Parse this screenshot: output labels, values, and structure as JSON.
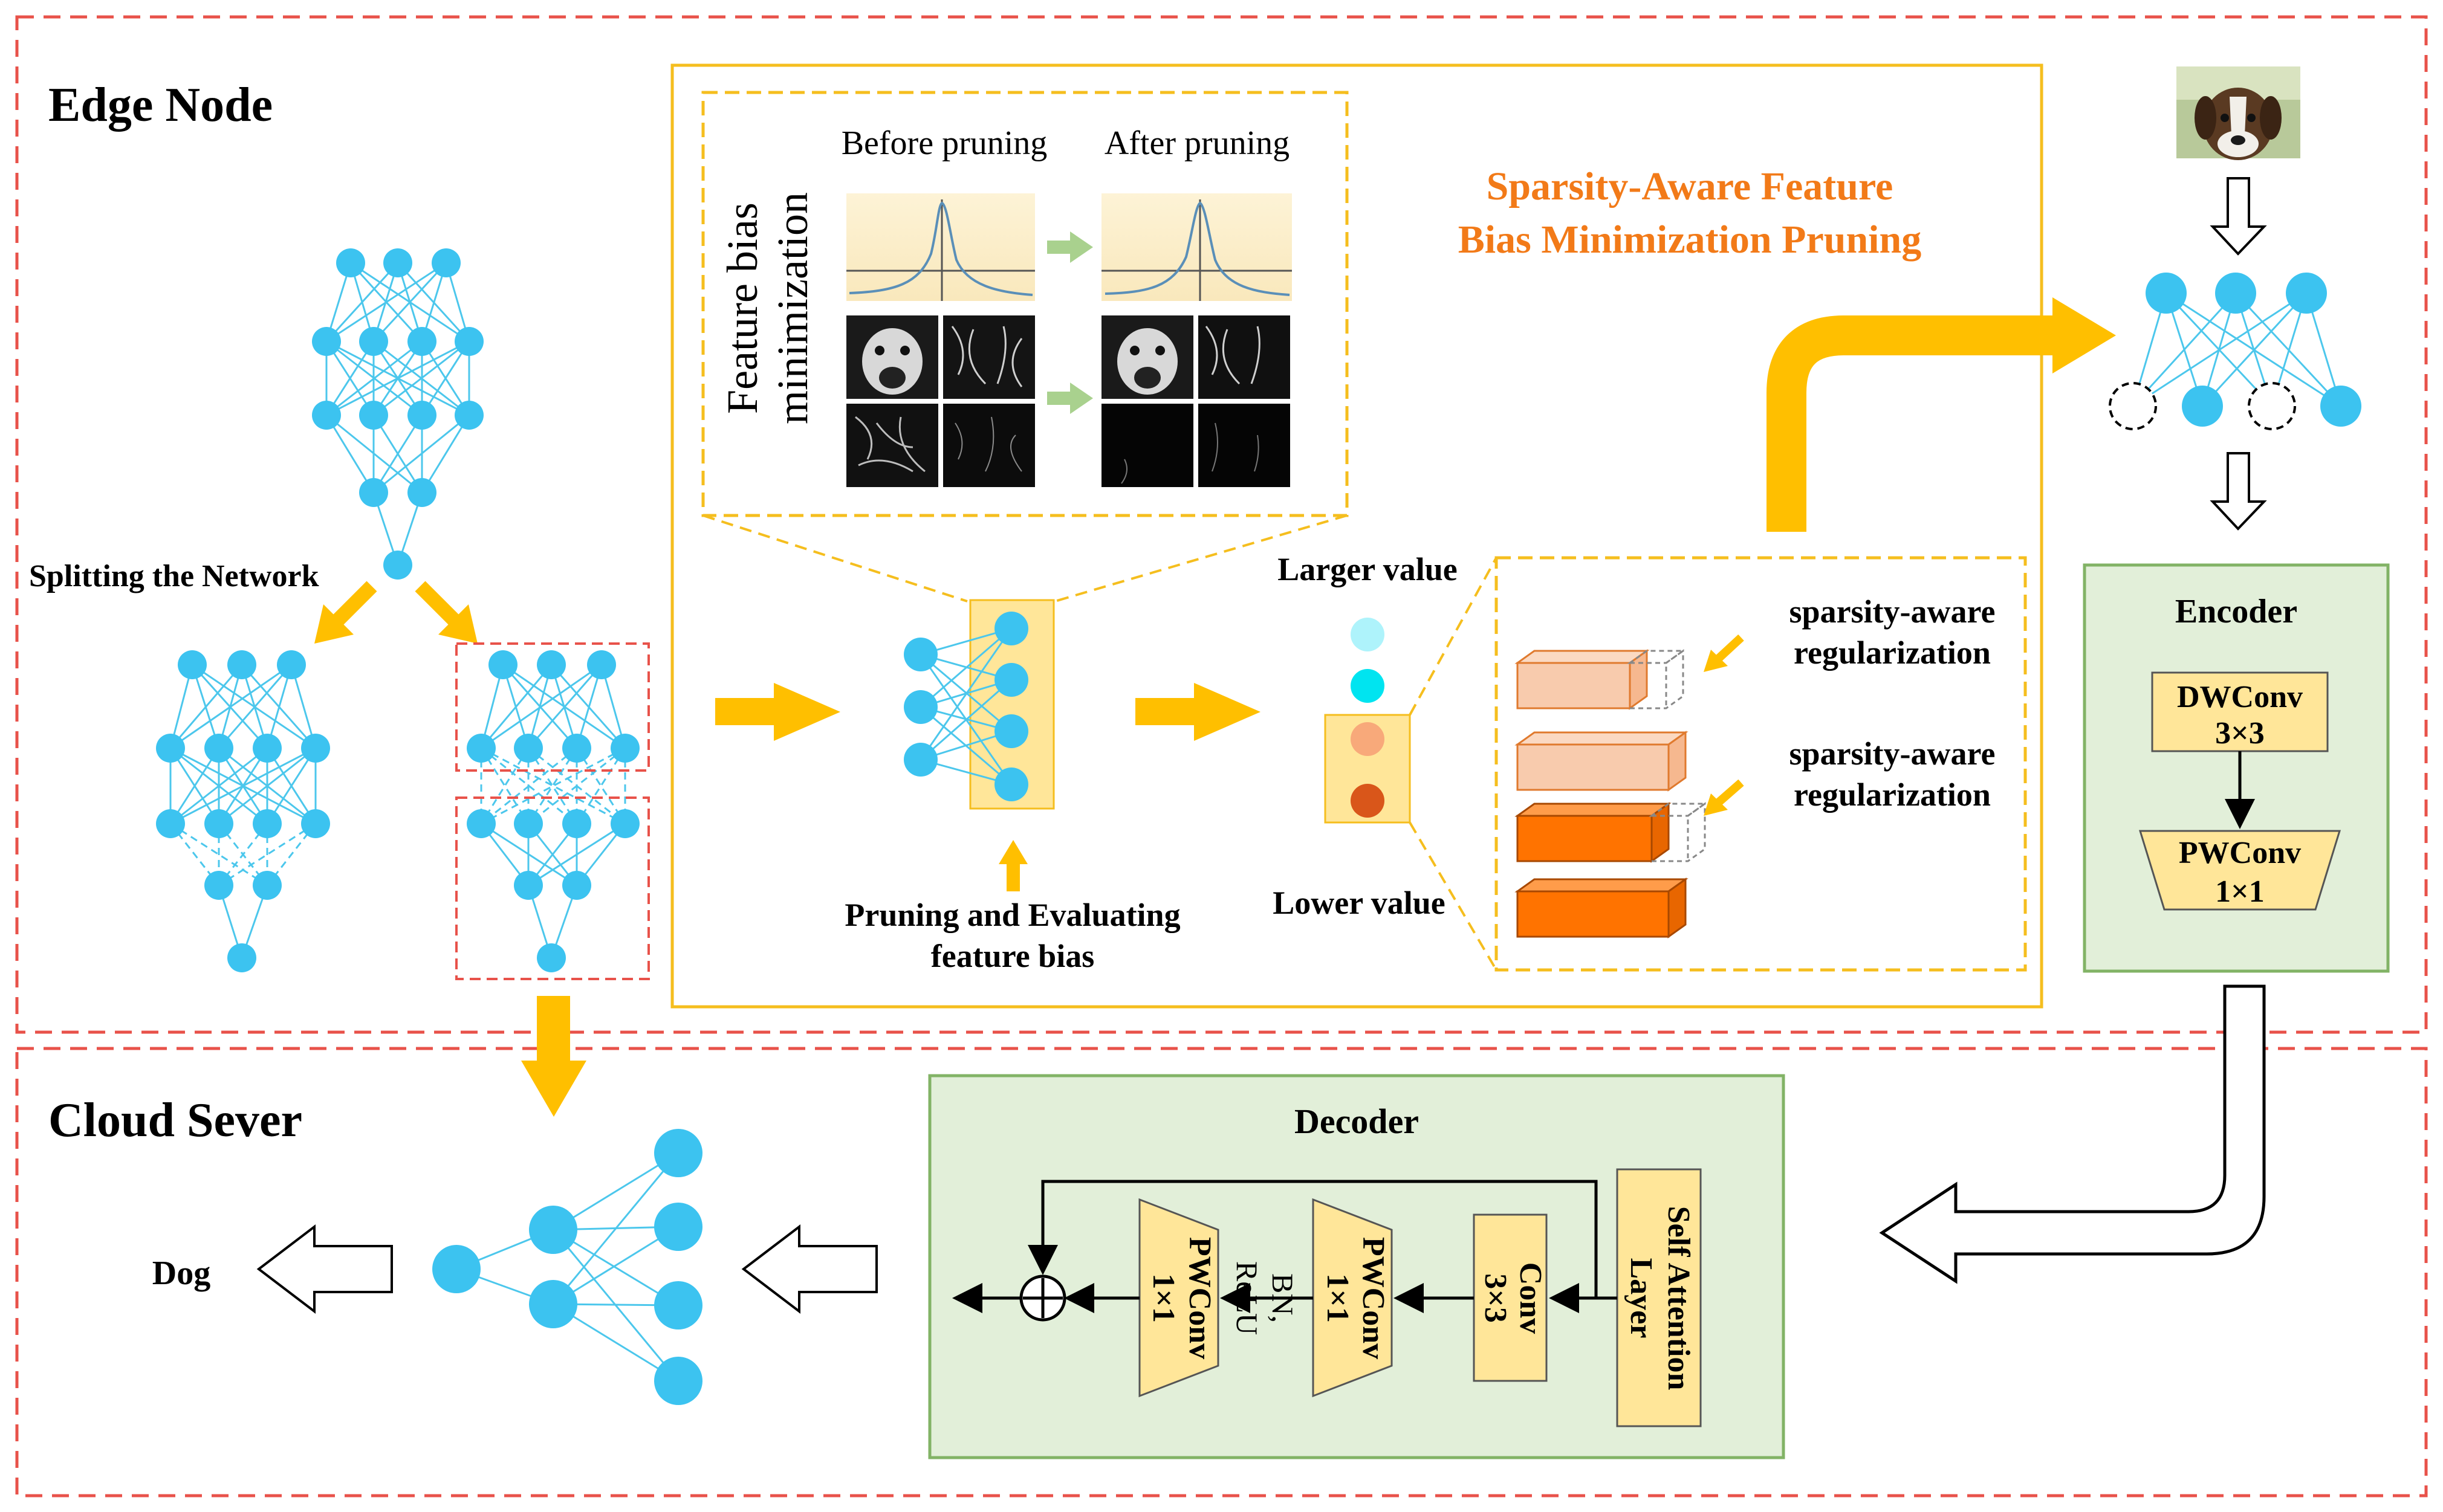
{
  "labels": {
    "edge_node": "Edge Node",
    "cloud_server": "Cloud Sever",
    "splitting": "Splitting the Network",
    "before_pruning": "Before pruning",
    "after_pruning": "After pruning",
    "feature_bias_line1": "Feature bias",
    "feature_bias_line2": "minimization",
    "pruning_title_line1": "Sparsity-Aware Feature",
    "pruning_title_line2": "Bias Minimization Pruning",
    "pruning_eval_line1": "Pruning and Evaluating",
    "pruning_eval_line2": "feature bias",
    "larger_value": "Larger value",
    "lower_value": "Lower value",
    "reg1_line1": "sparsity-aware",
    "reg1_line2": "regularization",
    "reg2_line1": "sparsity-aware",
    "reg2_line2": "regularization",
    "encoder": "Encoder",
    "dwconv_line1": "DWConv",
    "dwconv_line2": "3×3",
    "pwconv_enc_line1": "PWConv",
    "pwconv_enc_line2": "1×1",
    "decoder": "Decoder",
    "self_attn_line1": "Self Attention",
    "self_attn_line2": "Layer",
    "conv_line1": "Conv",
    "conv_line2": "3×3",
    "pwconv_dec1_line1": "PWConv",
    "pwconv_dec1_line2": "1×1",
    "bn_line1": "BN,",
    "bn_line2": "ReLU",
    "pwconv_dec2_line1": "PWConv",
    "pwconv_dec2_line2": "1×1",
    "output": "Dog"
  },
  "colors": {
    "node": "#3cc3f0",
    "edge": "#4cc7ec",
    "arrow": "#ffbf00",
    "red_dash": "#e8524a",
    "yellow_frame": "#f5be1e",
    "title_orange": "#f27a18",
    "box_yellow": "#ffe699",
    "enc_bg": "#e2efd9",
    "enc_border": "#82b366",
    "cube_light": "#f8cbad",
    "cube_dark": "#ff7300"
  }
}
